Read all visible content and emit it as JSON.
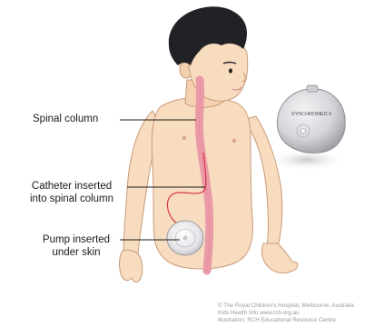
{
  "labels": {
    "spinal_column": "Spinal column",
    "catheter_line1": "Catheter inserted",
    "catheter_line2": "into spinal column",
    "pump_line1": "Pump inserted",
    "pump_line2": "under skin"
  },
  "device_label": "SYNCHROMED II",
  "credits": {
    "line1": "© The Royal Children's Hospital, Melbourne, Australia",
    "line2": "Kids Health Info www.rch.org.au",
    "line3": "Illustration: RCH Educational Resource Centre"
  },
  "colors": {
    "skin": "#f7dcbf",
    "skin_outline": "#c99a78",
    "hair": "#222226",
    "spine": "#eb9aa7",
    "catheter": "#d8384d",
    "device": "#dcdcdf",
    "leader_line": "#1a1a1a"
  }
}
